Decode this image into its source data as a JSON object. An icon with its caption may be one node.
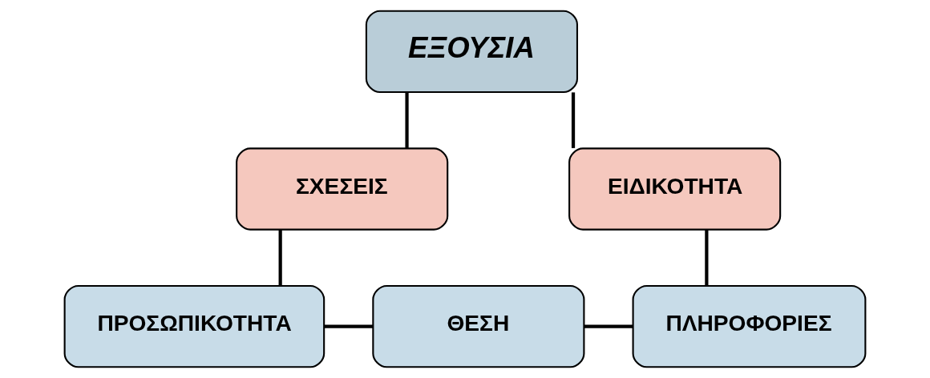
{
  "diagram": {
    "nodes": [
      {
        "text": [
          "ΕΞΟΥΣΙΑ"
        ]
      },
      {
        "text": [
          "ΣΧΕΣΕΙΣ"
        ]
      },
      {
        "text": [
          "ΕΙΔΙΚΟΤΗΤΑ"
        ]
      },
      {
        "text": [
          "ΠΡΟΣΩΠΙΚΟΤΗΤΑ"
        ]
      },
      {
        "text": [
          "ΘΕΣΗ"
        ]
      },
      {
        "text": [
          "ΠΛΗΡΟΦΟΡΙΕΣ"
        ]
      }
    ],
    "edges": [
      {
        "from": 0,
        "to": 1,
        "arrow": "none"
      },
      {
        "from": 0,
        "to": 2,
        "arrow": "none"
      },
      {
        "from": 1,
        "to": 3,
        "arrow": "none"
      },
      {
        "from": 3,
        "to": 4,
        "arrow": "none"
      },
      {
        "from": 4,
        "to": 5,
        "arrow": "none"
      },
      {
        "from": 2,
        "to": 5,
        "arrow": "none"
      }
    ]
  }
}
